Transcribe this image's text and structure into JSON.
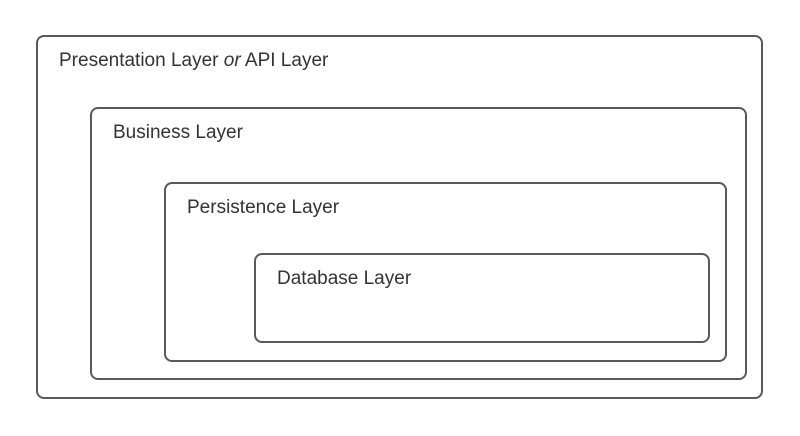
{
  "diagram": {
    "type": "nested-layers",
    "colors": {
      "border": "#595959",
      "text": "#333333",
      "background": "#ffffff"
    },
    "layers": {
      "presentation": {
        "label_full": "Presentation Layer or API Layer",
        "label_before_or": "Presentation Layer ",
        "or_word": "or",
        "label_after_or": " API Layer"
      },
      "business": {
        "label": "Business Layer"
      },
      "persistence": {
        "label": "Persistence Layer"
      },
      "database": {
        "label": "Database Layer"
      }
    }
  }
}
